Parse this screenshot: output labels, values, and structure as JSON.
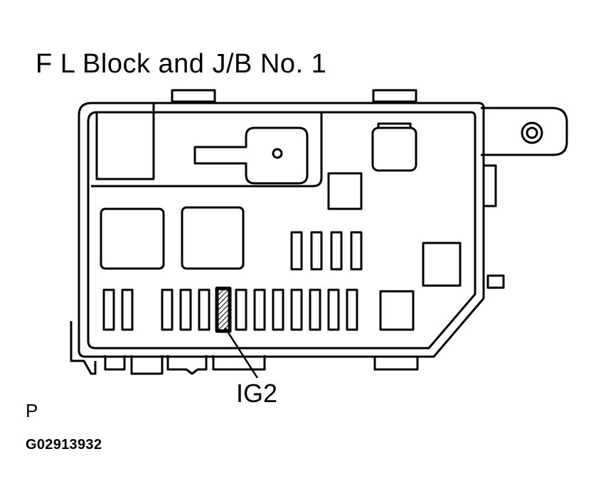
{
  "title": "F L Block and J/B No. 1",
  "callout_label": "IG2",
  "view_label": "P",
  "figure_code": "G02913932",
  "highlighted_fuse": "IG2"
}
